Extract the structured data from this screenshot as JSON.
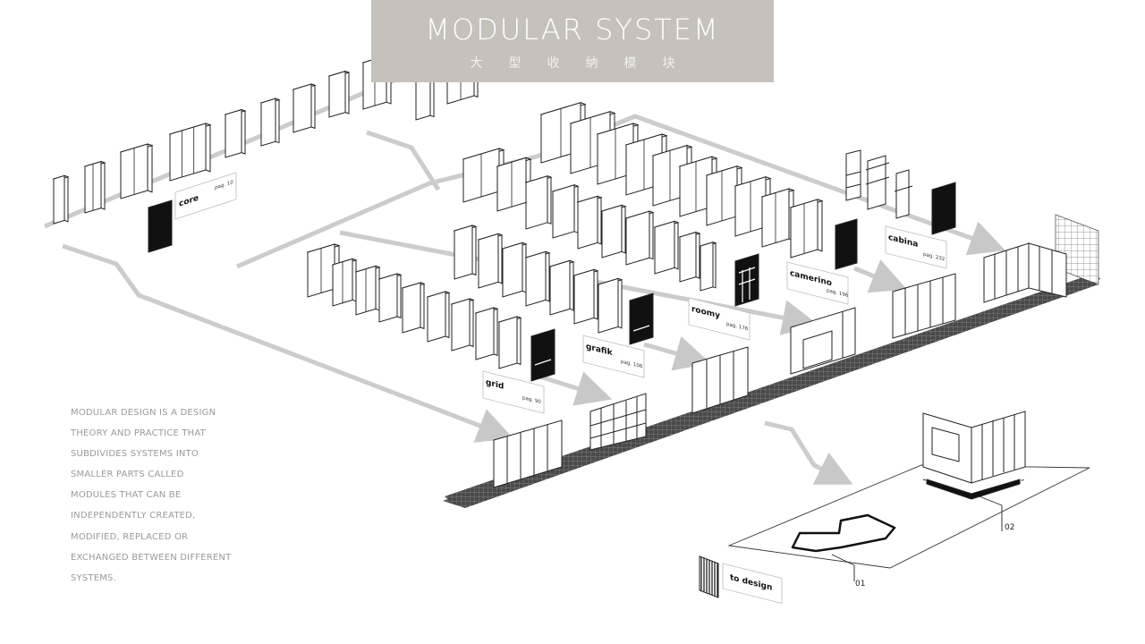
{
  "header": {
    "title": "MODULAR SYSTEM",
    "subtitle": "大型收纳模块"
  },
  "description": [
    "modular design is a design",
    "theory and practice that",
    "subdivides systems into",
    "smaller parts called",
    "modules that can be",
    "independently created,",
    "modified, replaced or",
    "exchanged between different",
    "systems."
  ],
  "labels": {
    "core": {
      "name": "core",
      "page": "pag. 10"
    },
    "grid": {
      "name": "grid",
      "page": "pag. 90"
    },
    "grafik": {
      "name": "grafik",
      "page": "pag. 106"
    },
    "roomy": {
      "name": "roomy",
      "page": "pag. 176"
    },
    "camerino": {
      "name": "camerino",
      "page": "pag. 196"
    },
    "cabina": {
      "name": "cabina",
      "page": "pag. 232"
    },
    "to_design": {
      "name": "to design"
    }
  },
  "markers": {
    "m01": "01",
    "m02": "02"
  },
  "colors": {
    "header_bg": "#c6c1bb",
    "path_gray": "#c8c8c8",
    "module_stroke": "#222222",
    "floor": "#555555"
  }
}
